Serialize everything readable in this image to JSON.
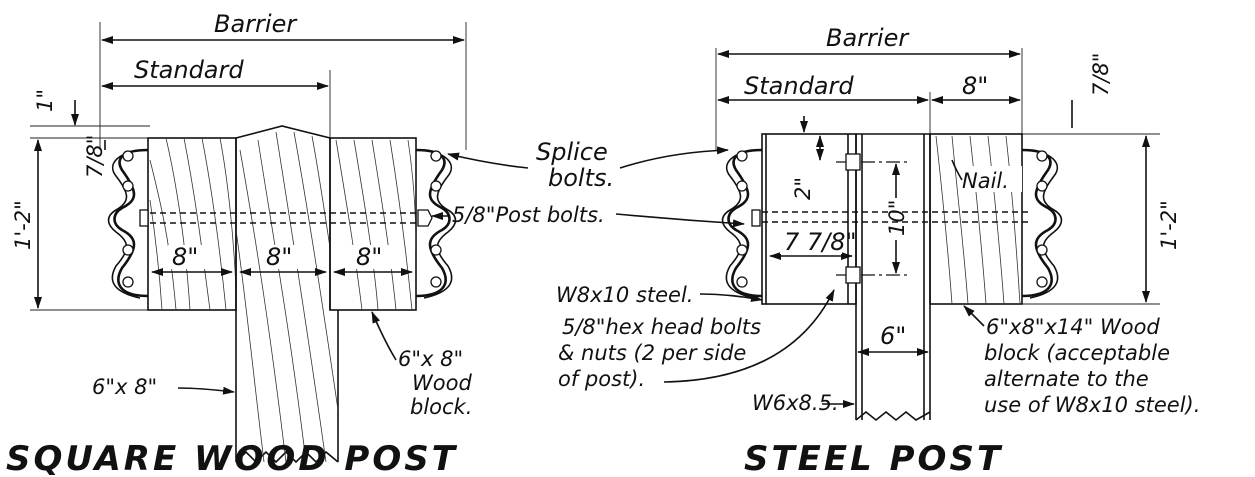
{
  "wood_post": {
    "barrier_label": "Barrier",
    "standard_label": "Standard",
    "dim_1in": "1\"",
    "dim_7_8": "7/8\"",
    "dim_height": "1'-2\"",
    "dim_8a": "8\"",
    "dim_8b": "8\"",
    "dim_8c": "8\"",
    "post_size": "6\"x 8\"",
    "block_size": "6\"x 8\"",
    "block_word": "Wood",
    "block_word2": "block.",
    "title": "SQUARE WOOD POST"
  },
  "callouts": {
    "splice_1": "Splice",
    "splice_2": "bolts.",
    "post_bolts": "5/8\"Post bolts."
  },
  "steel_post": {
    "barrier_label": "Barrier",
    "standard_label": "Standard",
    "dim_8": "8\"",
    "dim_7_8": "7/8\"",
    "dim_height": "1'-2\"",
    "dim_2": "2\"",
    "dim_10": "10\"",
    "dim_7_7_8": "7 7/8\"",
    "dim_6": "6\"",
    "nail": "Nail.",
    "w8": "W8x10 steel.",
    "hex_1": "5/8\"hex head bolts",
    "hex_2": "& nuts (2 per side",
    "hex_3": "of post).",
    "w6": "W6x8.5.",
    "block_1": "6\"x8\"x14\" Wood",
    "block_2": "block (acceptable",
    "block_3": "alternate to the",
    "block_4": "use of W8x10 steel).",
    "title": "STEEL POST"
  }
}
